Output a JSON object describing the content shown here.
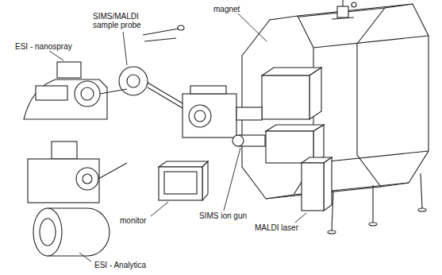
{
  "diagram": {
    "labels": [
      "magnet",
      "ESI - nanospray",
      "SIMS/MALDI sample probe",
      "ESI - Analytica",
      "monitor",
      "SIMS ion gun",
      "MALDI laser"
    ]
  }
}
